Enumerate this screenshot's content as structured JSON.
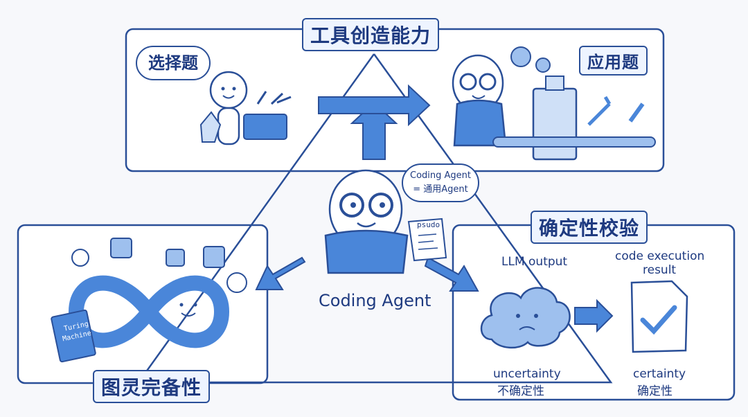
{
  "diagram": {
    "top_label": "工具创造能力",
    "right_label": "确定性校验",
    "bottom_left_label": "图灵完备性",
    "bubble_choice": "选择题",
    "bubble_application": "应用题",
    "thought_line1": "Coding Agent",
    "thought_line2": "= 通用Agent",
    "center_caption": "Coding Agent",
    "scroll_text": "psudo",
    "llm_output_label": "LLM output",
    "code_result_line1": "code execution",
    "code_result_line2": "result",
    "uncertainty_en": "uncertainty",
    "uncertainty_zh": "不确定性",
    "certainty_en": "certainty",
    "certainty_zh": "确定性",
    "book_line1": "Turing",
    "book_line2": "Machine"
  },
  "colors": {
    "ink": "#2a4f98",
    "arrow_blue": "#4a86d9",
    "light_blue": "#cfe0f7",
    "panel_bg": "#ffffff"
  }
}
